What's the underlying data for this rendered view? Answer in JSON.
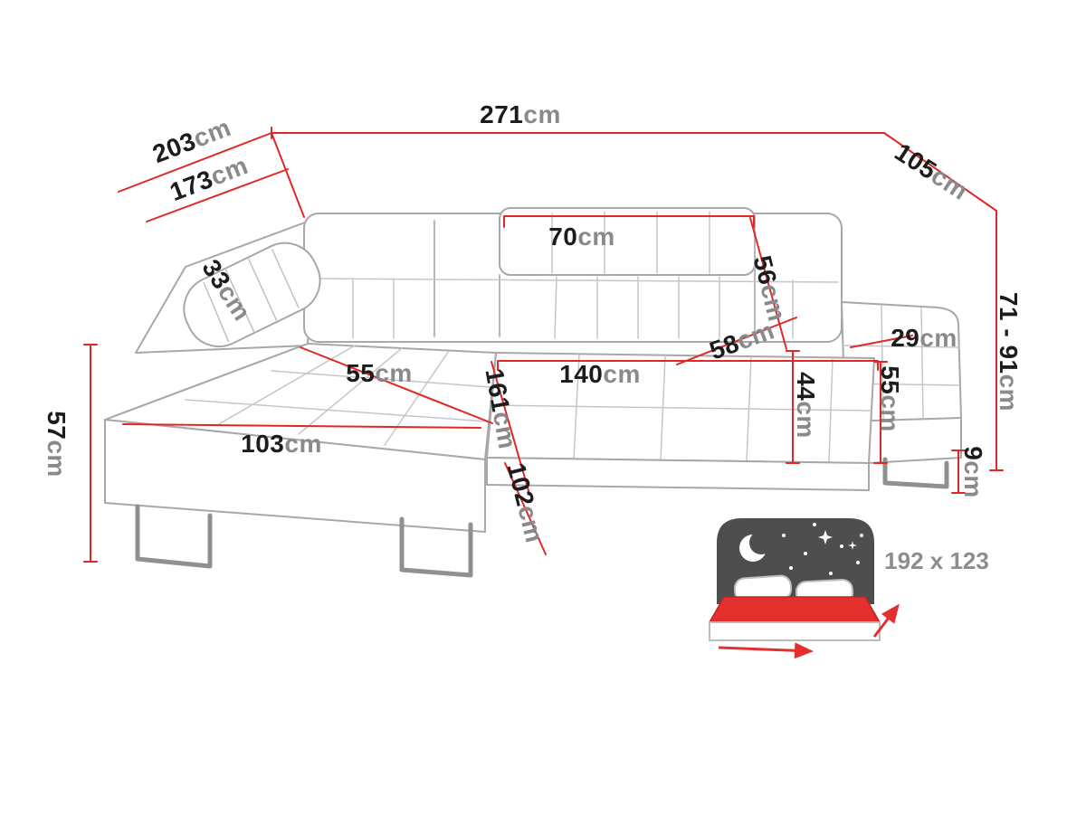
{
  "diagram": {
    "dimensions": {
      "total_width": {
        "num": "271",
        "unit": "cm"
      },
      "depth_left_outer": {
        "num": "203",
        "unit": "cm"
      },
      "depth_left_inner": {
        "num": "173",
        "unit": "cm"
      },
      "depth_right": {
        "num": "105",
        "unit": "cm"
      },
      "pillow": {
        "num": "33",
        "unit": "cm"
      },
      "headrest_width": {
        "num": "70",
        "unit": "cm"
      },
      "backrest_diag": {
        "num": "56",
        "unit": "cm"
      },
      "backrest_depth": {
        "num": "58",
        "unit": "cm"
      },
      "armrest_width": {
        "num": "29",
        "unit": "cm"
      },
      "height_range": {
        "num": "71 - 91",
        "unit": "cm"
      },
      "chaise_seat_depth": {
        "num": "55",
        "unit": "cm"
      },
      "seat_width": {
        "num": "140",
        "unit": "cm"
      },
      "chaise_length": {
        "num": "161",
        "unit": "cm"
      },
      "seat_height_back": {
        "num": "44",
        "unit": "cm"
      },
      "armrest_height": {
        "num": "55",
        "unit": "cm"
      },
      "chaise_front": {
        "num": "103",
        "unit": "cm"
      },
      "left_height": {
        "num": "57",
        "unit": "cm"
      },
      "bed_extension": {
        "num": "102",
        "unit": "cm"
      },
      "leg_height": {
        "num": "9",
        "unit": "cm"
      }
    },
    "sleeping_area": {
      "label": "192 x 123"
    },
    "colors": {
      "dimension_line": "#e12727",
      "sofa_outline": "#a8a8a8",
      "tuft_line": "#c6c6c6",
      "number_text": "#1c1c1c",
      "unit_text": "#8a8a8a",
      "sleeping_text": "#8d8d8d",
      "mattress_red": "#e3302e",
      "headboard_dark": "#4e4e4e"
    }
  }
}
